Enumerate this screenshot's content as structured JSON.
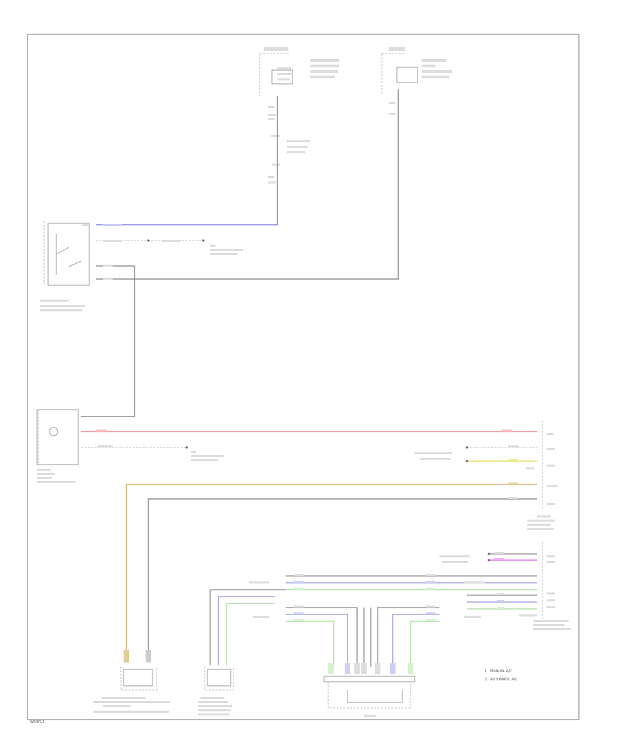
{
  "diagram": {
    "footer_code": "W54F12"
  },
  "colors": {
    "frame": "#888888",
    "wire_blue": "#8080e0",
    "wire_dark": "#666666",
    "wire_red": "#f08080",
    "wire_yellow": "#e8e060",
    "wire_orange": "#d8a860",
    "wire_green": "#a0d890",
    "wire_magenta": "#e070e0",
    "wire_light": "#b0b0b0"
  },
  "legend": {
    "items": [
      {
        "num": "1",
        "label": "MANUAL A/C"
      },
      {
        "num": "2",
        "label": "AUTOMATIC A/C"
      }
    ]
  }
}
